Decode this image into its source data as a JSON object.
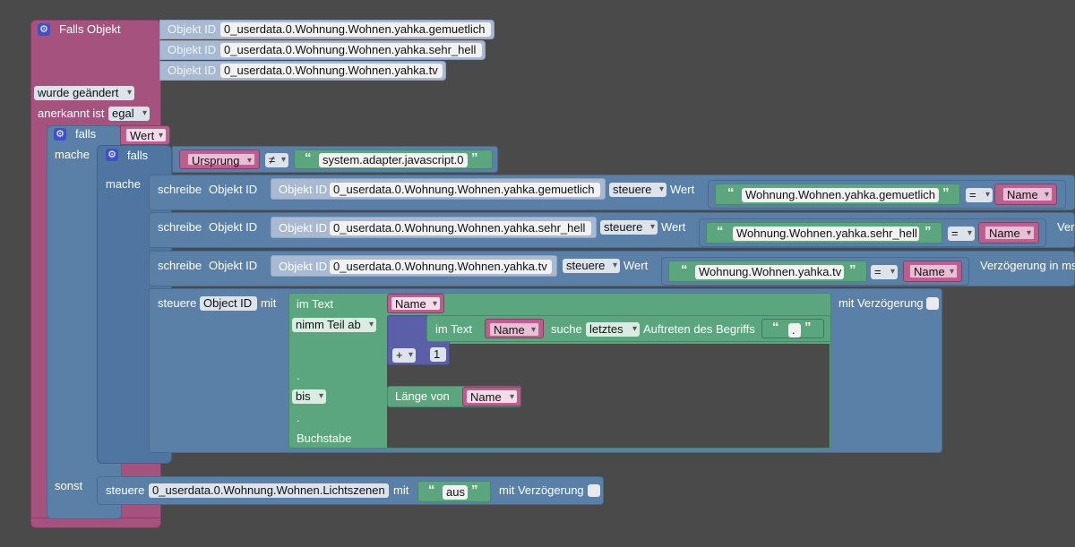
{
  "trigger": {
    "label": "Falls Objekt",
    "obj_label": "Objekt ID",
    "ids": [
      "0_userdata.0.Wohnung.Wohnen.yahka.gemuetlich",
      "0_userdata.0.Wohnung.Wohnen.yahka.sehr_hell",
      "0_userdata.0.Wohnung.Wohnen.yahka.tv"
    ],
    "wurde": "wurde geändert",
    "anerkannt": "anerkannt ist",
    "egal": "egal"
  },
  "if1": {
    "falls": "falls",
    "wert": "Wert",
    "mache": "mache",
    "sonst": "sonst"
  },
  "if2": {
    "falls": "falls",
    "mache": "mache",
    "ursprung": "Ursprung",
    "neq": "≠",
    "adapter": "system.adapter.javascript.0"
  },
  "writes": [
    {
      "schreibe": "schreibe",
      "objekt_id": "Objekt ID",
      "obj_label": "Objekt ID",
      "id": "0_userdata.0.Wohnung.Wohnen.yahka.gemuetlich",
      "mode": "steuere",
      "wert": "Wert",
      "text": "Wohnung.Wohnen.yahka.gemuetlich",
      "eq": "=",
      "name": "Name",
      "tail": ""
    },
    {
      "schreibe": "schreibe",
      "objekt_id": "Objekt ID",
      "obj_label": "Objekt ID",
      "id": "0_userdata.0.Wohnung.Wohnen.yahka.sehr_hell",
      "mode": "steuere",
      "wert": "Wert",
      "text": "Wohnung.Wohnen.yahka.sehr_hell",
      "eq": "=",
      "name": "Name",
      "tail": "Verz"
    },
    {
      "schreibe": "schreibe",
      "objekt_id": "Objekt ID",
      "obj_label": "Objekt ID",
      "id": "0_userdata.0.Wohnung.Wohnen.yahka.tv",
      "mode": "steuere",
      "wert": "Wert",
      "text": "Wohnung.Wohnen.yahka.tv",
      "eq": "=",
      "name": "Name",
      "tail": "Verzögerung in ms"
    }
  ],
  "control": {
    "steuere": "steuere",
    "object_id": "Object ID",
    "mit": "mit",
    "im_text": "im Text",
    "name": "Name",
    "nimm": "nimm Teil ab",
    "im_text2": "im Text",
    "name2": "Name",
    "suche": "suche",
    "letztes": "letztes",
    "auftreten": "Auftreten des Begriffs",
    "dot": ".",
    "plus": "+",
    "one": "1",
    "dot1": ".",
    "bis": "bis",
    "laenge": "Länge von",
    "name3": "Name",
    "dot2": ".",
    "buchstabe": "Buchstabe",
    "mit_verz": "mit Verzögerung"
  },
  "else_ctrl": {
    "steuere": "steuere",
    "id": "0_userdata.0.Wohnung.Wohnen.Lichtszenen",
    "mit": "mit",
    "value": "aus",
    "mit_verz": "mit Verzögerung"
  },
  "colors": {
    "event": "#a5527f",
    "logic": "#5a80a8",
    "text": "#5ba57f",
    "math": "#5b5fa8",
    "background": "#4a4a4a"
  }
}
